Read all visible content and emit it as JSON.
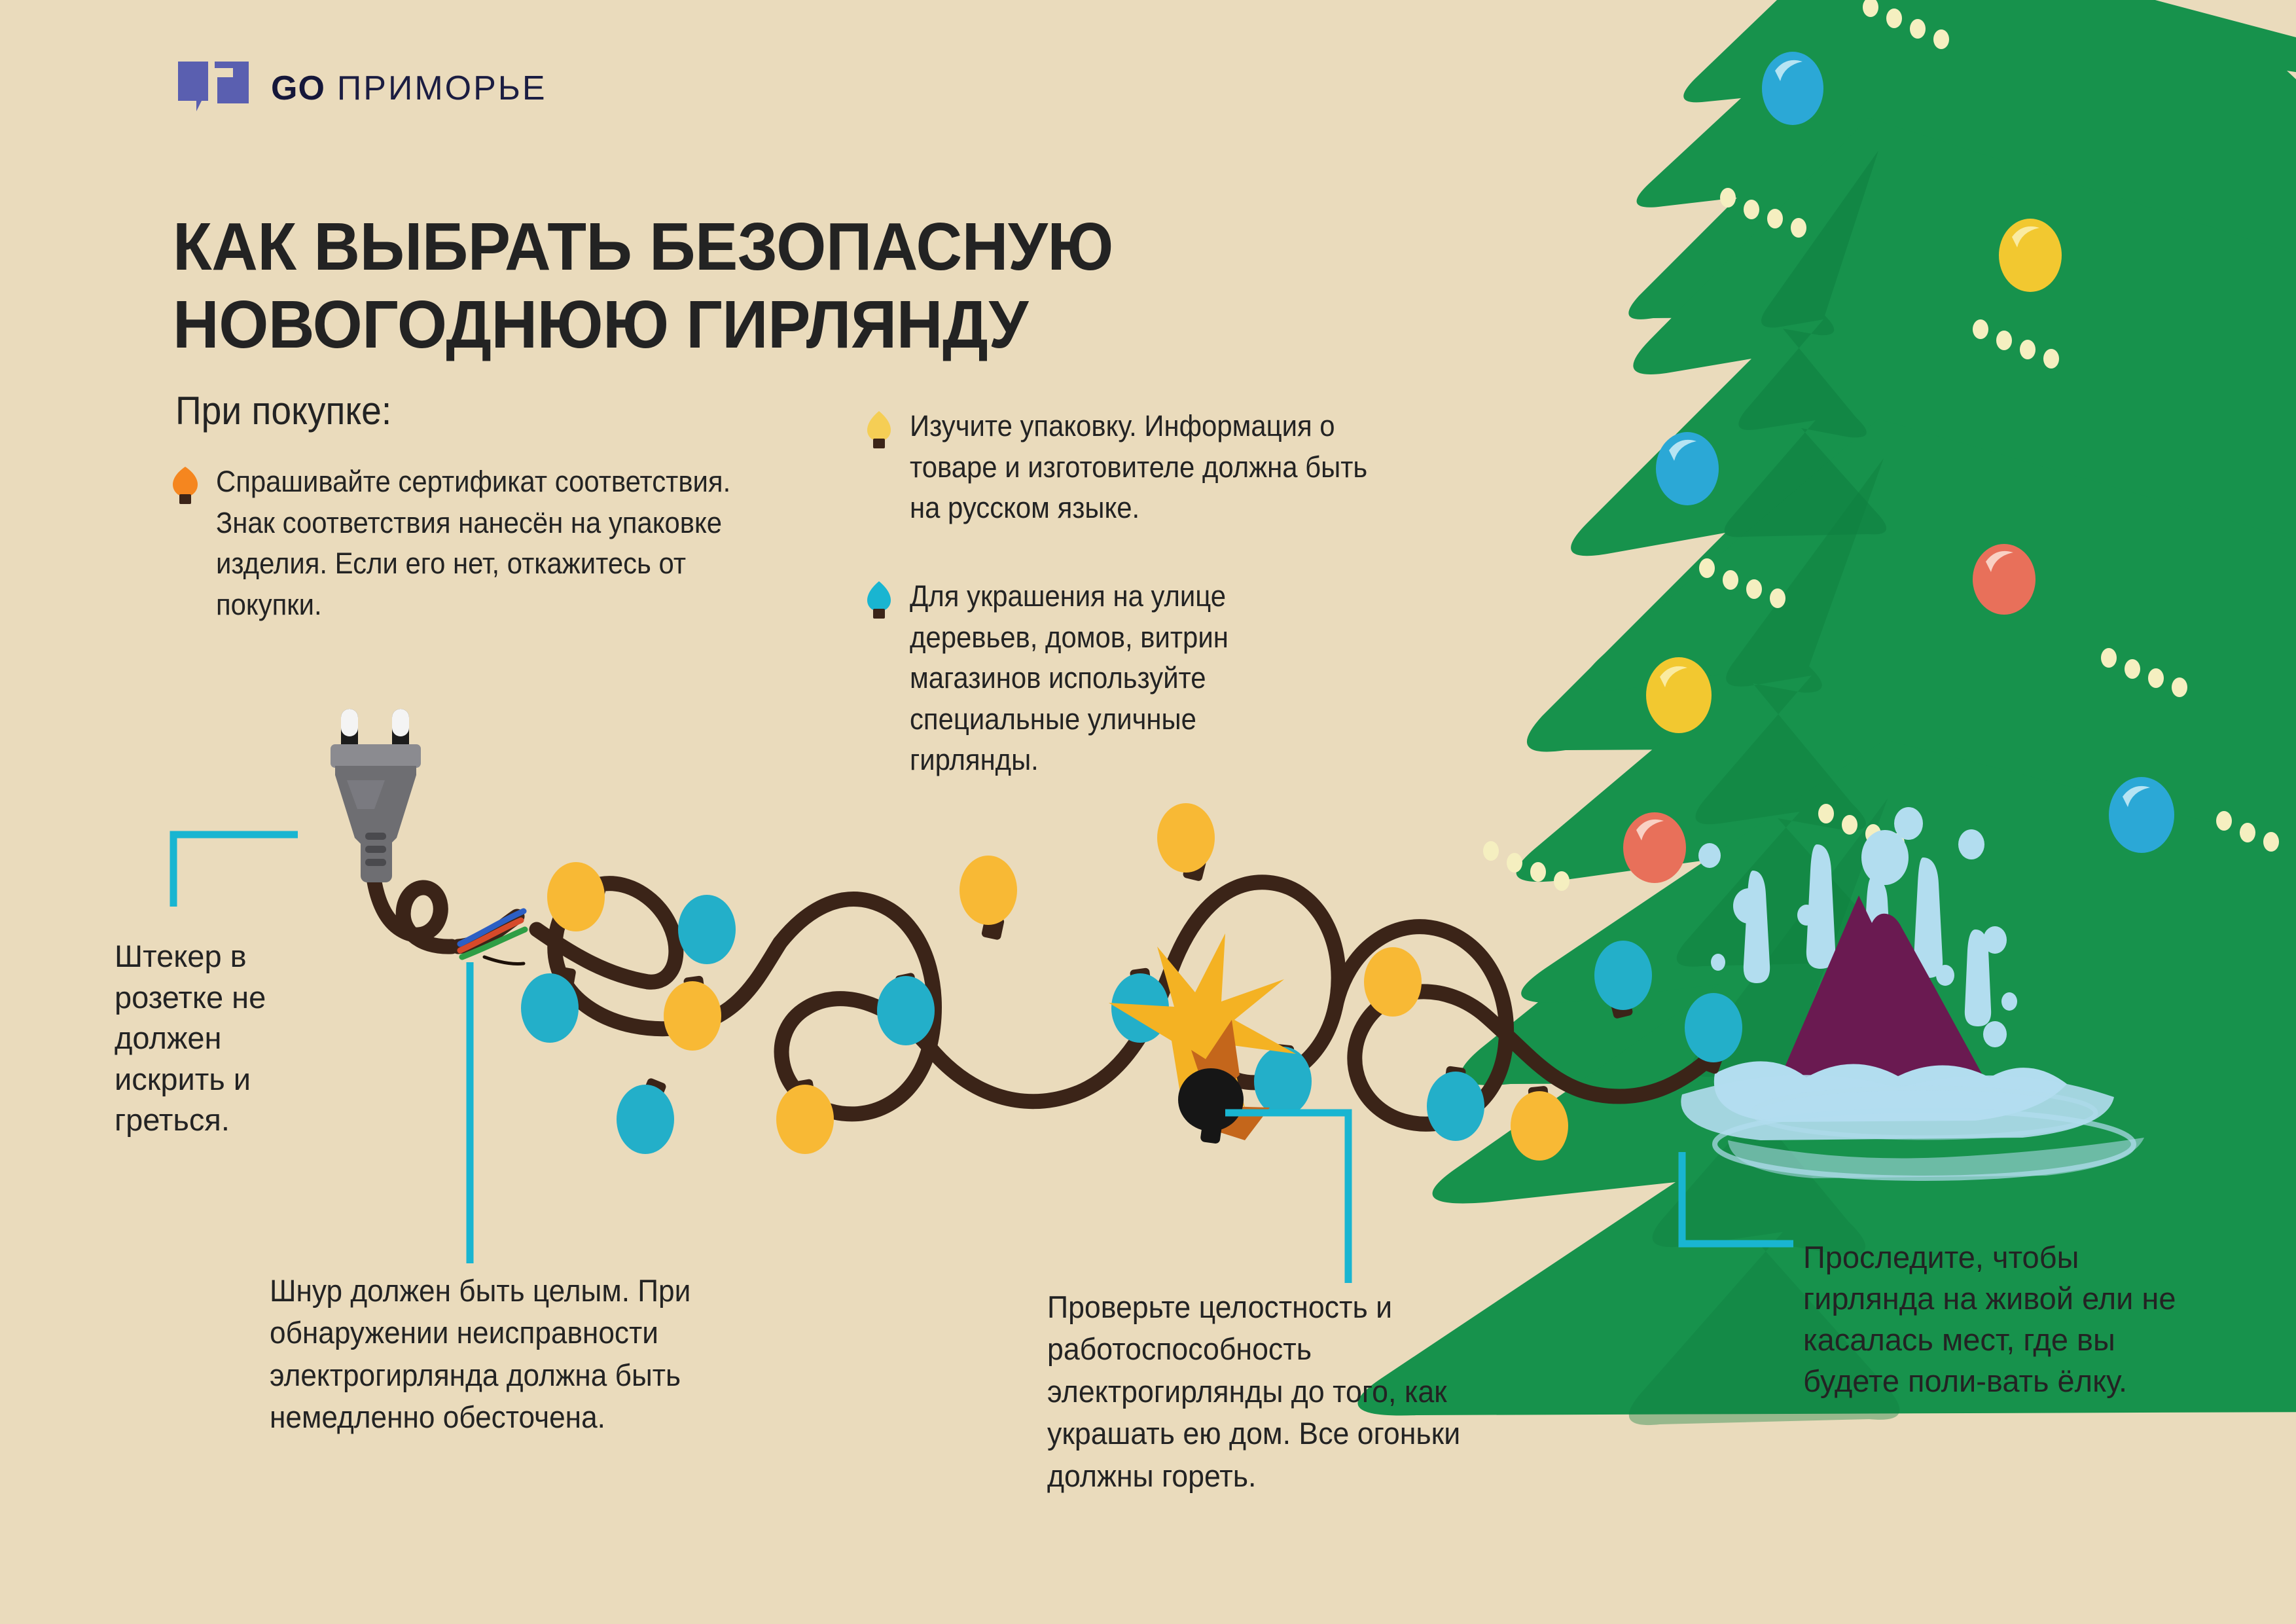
{
  "background_color": "#EADBBC",
  "brand": {
    "logo_mark_color": "#5A5FB0",
    "logo_go": "GO",
    "logo_name": "ПРИМОРЬЕ",
    "logo_text_color": "#1B1D42"
  },
  "title": "КАК ВЫБРАТЬ БЕЗОПАСНУЮ НОВОГОДНЮЮ ГИРЛЯНДУ",
  "intro": {
    "heading": "При покупке:"
  },
  "bullets": [
    {
      "id": "certificate",
      "marker_color": "#F5861F",
      "text": "Спрашивайте сертификат соответствия. Знак соответствия нанесён на упаковке изделия. Если его нет,  откажитесь от покупки."
    },
    {
      "id": "packaging",
      "marker_color": "#F5CE55",
      "text": "Изучите упаковку. Информация о товаре и изготовителе должна быть на русском языке."
    },
    {
      "id": "outdoor",
      "marker_color": "#19B5D1",
      "text": "Для украшения на улице деревьев, домов, витрин магазинов используйте специальные уличные гирлянды."
    }
  ],
  "captions": [
    {
      "id": "plug",
      "text": "Штекер в розетке не должен искрить и греться."
    },
    {
      "id": "cord",
      "text": "Шнур должен быть целым. При обнаружении неисправности электрогирлянда должна быть немедленно обесточена."
    },
    {
      "id": "check",
      "text": "Проверьте целостность и работоспособность электрогирлянды до того, как украшать ею дом. Все огоньки должны гореть."
    },
    {
      "id": "water",
      "text": "Проследите, чтобы гирлянда на живой ели не касалась мест, где вы будете поли-вать ёлку."
    }
  ],
  "illustration": {
    "leader_line_color": "#19B5D1",
    "cable_color": "#3B2418",
    "bulb_yellow": "#F8B935",
    "bulb_cyan": "#23AFC9",
    "bulb_burnt": "#161616",
    "spark_colors": [
      "#F4B223",
      "#C4661B"
    ],
    "plug_body_color": "#6E6E72",
    "plug_prong_color": "#F4F4F4",
    "tree_green": "#17924C",
    "tree_green_dark": "#0F7E3F",
    "tree_lights": "#F5EFC0",
    "ornaments": [
      "#2BA8D6",
      "#F2C830",
      "#E8705A"
    ],
    "stand_color": "#6A1A51",
    "water_color": "#B2DDEF"
  }
}
